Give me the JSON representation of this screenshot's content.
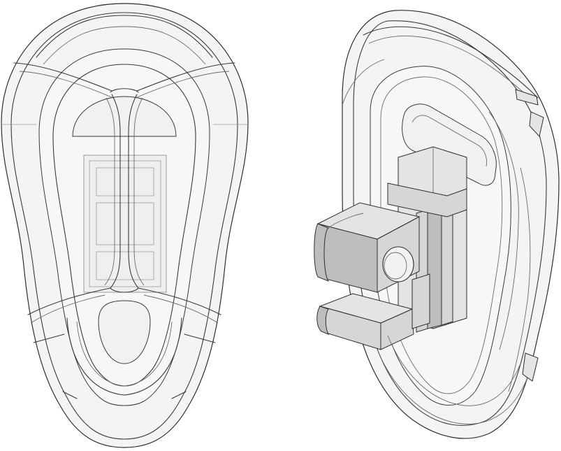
{
  "views": [
    {
      "id": "front",
      "shape": "nose-pad",
      "view": "front"
    },
    {
      "id": "iso",
      "shape": "nose-pad",
      "view": "isometric"
    }
  ],
  "colors": {
    "line": "#2e2e2e",
    "fill_light": "#f4f4f4",
    "fill_mid": "#d6d6d6",
    "fill_dark": "#bdbdbd"
  }
}
